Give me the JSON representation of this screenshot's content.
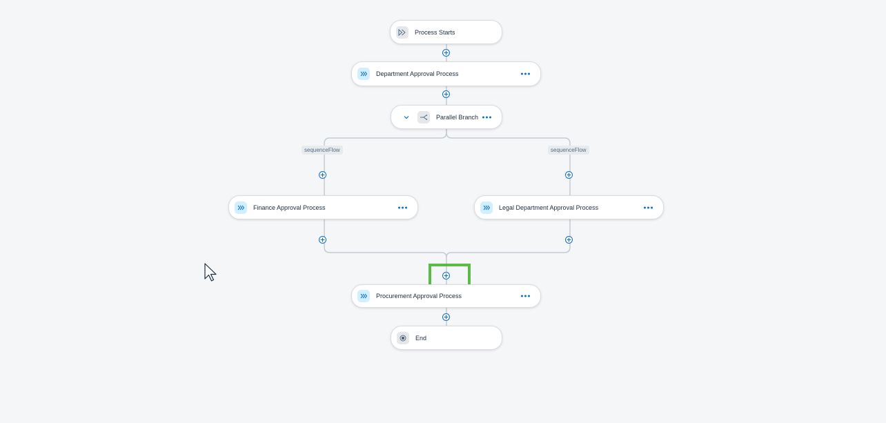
{
  "nodes": {
    "start": {
      "label": "Process Starts"
    },
    "department": {
      "label": "Department Approval Process"
    },
    "parallel": {
      "label": "Parallel Branch"
    },
    "finance": {
      "label": "Finance Approval Process"
    },
    "legal": {
      "label": "Legal Department Approval Process"
    },
    "procurement": {
      "label": "Procurement Approval Process"
    },
    "end": {
      "label": "End"
    }
  },
  "branch_labels": {
    "left": "sequenceFlow",
    "right": "sequenceFlow"
  },
  "colors": {
    "accent": "#0a6ed1",
    "highlight": "#5cba47",
    "background": "#f5f6f7",
    "connector": "#c3cbd4"
  }
}
